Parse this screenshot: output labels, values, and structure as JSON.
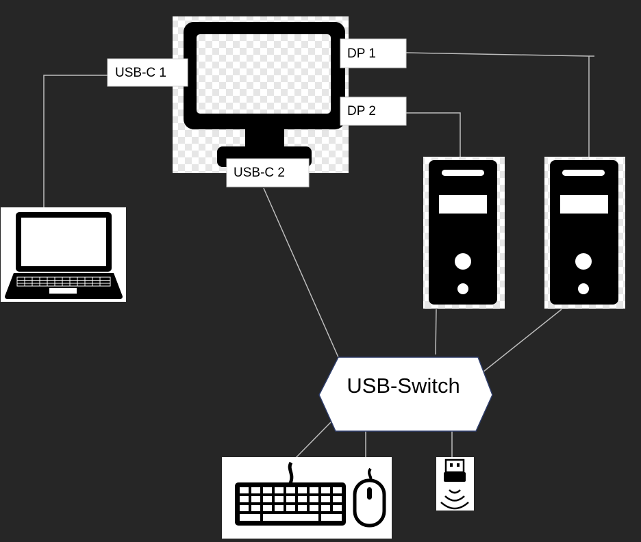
{
  "diagram": {
    "background": "#262626",
    "line_color": "#bdbdbd",
    "switch_border": "#2e3d6b",
    "nodes": {
      "monitor": {
        "icon": "monitor-icon"
      },
      "laptop": {
        "icon": "laptop-icon"
      },
      "pc1": {
        "icon": "desktop-tower-icon"
      },
      "pc2": {
        "icon": "desktop-tower-icon"
      },
      "usb_switch": {
        "label": "USB-Switch"
      },
      "keyboard_mouse": {
        "icon": "keyboard-mouse-icon"
      },
      "wireless_dongle": {
        "icon": "usb-wireless-dongle-icon"
      }
    },
    "ports": {
      "usbc1": "USB-C 1",
      "usbc2": "USB-C 2",
      "dp1": "DP 1",
      "dp2": "DP 2"
    }
  }
}
